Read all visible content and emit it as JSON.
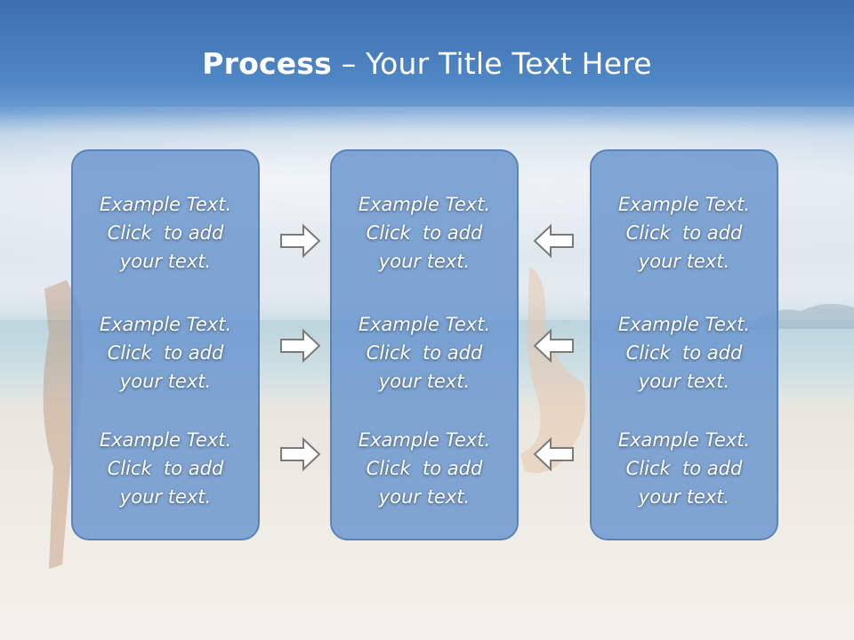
{
  "title": {
    "bold": "Process",
    "rest": " – Your Title Text Here"
  },
  "panels": [
    {
      "blocks": [
        [
          "Example Text.",
          "Click  to add",
          "your text."
        ],
        [
          "Example Text.",
          "Click  to add",
          "your text."
        ],
        [
          "Example Text.",
          "Click  to add",
          "your text."
        ]
      ]
    },
    {
      "blocks": [
        [
          "Example Text.",
          "Click  to add",
          "your text."
        ],
        [
          "Example Text.",
          "Click  to add",
          "your text."
        ],
        [
          "Example Text.",
          "Click  to add",
          "your text."
        ]
      ]
    },
    {
      "blocks": [
        [
          "Example Text.",
          "Click  to add",
          "your text."
        ],
        [
          "Example Text.",
          "Click  to add",
          "your text."
        ],
        [
          "Example Text.",
          "Click  to add",
          "your text."
        ]
      ]
    }
  ],
  "arrows": {
    "left_column": "arrow-right-icon",
    "right_column": "arrow-left-icon"
  },
  "colors": {
    "panel_fill": "#6c98cf",
    "panel_border": "#5b83b8",
    "title_text": "#ffffff"
  }
}
